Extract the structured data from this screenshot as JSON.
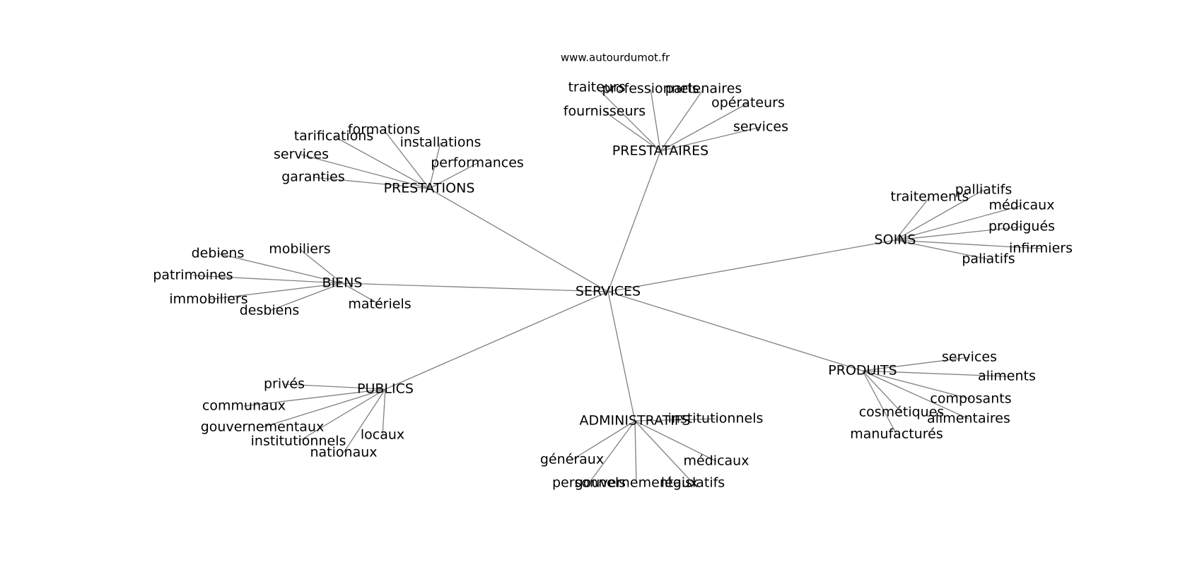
{
  "source": "www.autourdumot.fr",
  "root": "SERVICES",
  "groups": [
    {
      "hub": "PRESTATAIRES",
      "leaves": [
        "traiteurs",
        "professionnels",
        "partenaires",
        "fournisseurs",
        "opérateurs",
        "services"
      ]
    },
    {
      "hub": "PRESTATIONS",
      "leaves": [
        "formations",
        "tarifications",
        "installations",
        "services",
        "performances",
        "garanties"
      ]
    },
    {
      "hub": "SOINS",
      "leaves": [
        "traitements",
        "palliatifs",
        "médicaux",
        "prodigués",
        "infirmiers",
        "paliatifs"
      ]
    },
    {
      "hub": "BIENS",
      "leaves": [
        "debiens",
        "mobiliers",
        "patrimoines",
        "immobiliers",
        "desbiens",
        "matériels"
      ]
    },
    {
      "hub": "PUBLICS",
      "leaves": [
        "privés",
        "communaux",
        "gouvernementaux",
        "institutionnels",
        "locaux",
        "nationaux"
      ]
    },
    {
      "hub": "ADMINISTRATIFS",
      "leaves": [
        "institutionnels",
        "généraux",
        "médicaux",
        "personnels",
        "gouvernementaux",
        "législatifs"
      ]
    },
    {
      "hub": "PRODUITS",
      "leaves": [
        "services",
        "aliments",
        "composants",
        "cosmétiques",
        "alimentaires",
        "manufacturés"
      ]
    }
  ]
}
